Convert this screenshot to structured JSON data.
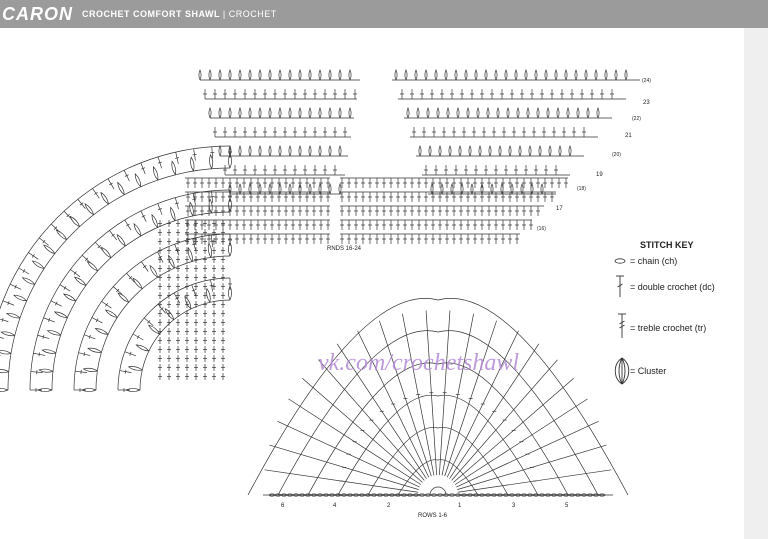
{
  "header": {
    "brand": "CARON",
    "pattern_name": "CROCHET COMFORT SHAWL",
    "separator": "|",
    "category": "CROCHET"
  },
  "diagram_top": {
    "label": "RNDS 16-24",
    "round_labels": [
      "(24)",
      "23",
      "(22)",
      "21",
      "(20)",
      "19",
      "(18)",
      "17",
      "(16)"
    ]
  },
  "diagram_bottom": {
    "label": "ROWS 1-6",
    "row_labels": [
      "6",
      "4",
      "2",
      "1",
      "3",
      "5"
    ]
  },
  "watermark": "vk.com/crochetshawl",
  "stitch_key": {
    "title": "STITCH KEY",
    "items": [
      {
        "symbol": "chain-symbol",
        "label": "= chain (ch)"
      },
      {
        "symbol": "double-crochet-symbol",
        "label": "= double crochet (dc)"
      },
      {
        "symbol": "treble-crochet-symbol",
        "label": "= treble crochet (tr)"
      },
      {
        "symbol": "cluster-symbol",
        "label": "= Cluster"
      }
    ]
  }
}
